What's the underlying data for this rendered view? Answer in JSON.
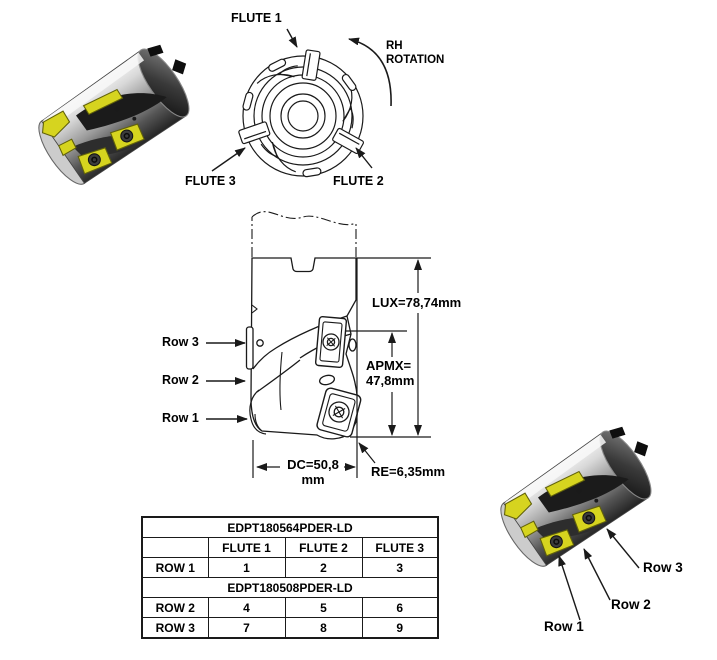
{
  "top_view": {
    "flute1_label": "FLUTE 1",
    "flute2_label": "FLUTE 2",
    "flute3_label": "FLUTE 3",
    "rotation_line1": "RH",
    "rotation_line2": "ROTATION"
  },
  "side_view": {
    "row3_label": "Row 3",
    "row2_label": "Row 2",
    "row1_label": "Row 1",
    "dimensions": {
      "lux": "LUX=78,74mm",
      "apmx_line1": "APMX=",
      "apmx_line2": "47,8mm",
      "dc_line1": "DC=50,8",
      "dc_line2": "mm",
      "re": "RE=6,35mm"
    }
  },
  "iso_view": {
    "row1_label": "Row 1",
    "row2_label": "Row 2",
    "row3_label": "Row 3"
  },
  "insert_table": {
    "part_number_1": "EDPT180564PDER-LD",
    "part_number_2": "EDPT180508PDER-LD",
    "col_headers": [
      "FLUTE 1",
      "FLUTE 2",
      "FLUTE 3"
    ],
    "rows": [
      {
        "label": "ROW 1",
        "values": [
          "1",
          "2",
          "3"
        ]
      },
      {
        "label": "ROW 2",
        "values": [
          "4",
          "5",
          "6"
        ]
      },
      {
        "label": "ROW 3",
        "values": [
          "7",
          "8",
          "9"
        ]
      }
    ]
  },
  "colors": {
    "insert_yellow": "#d6d41f",
    "line_color": "#1a1a1a"
  }
}
